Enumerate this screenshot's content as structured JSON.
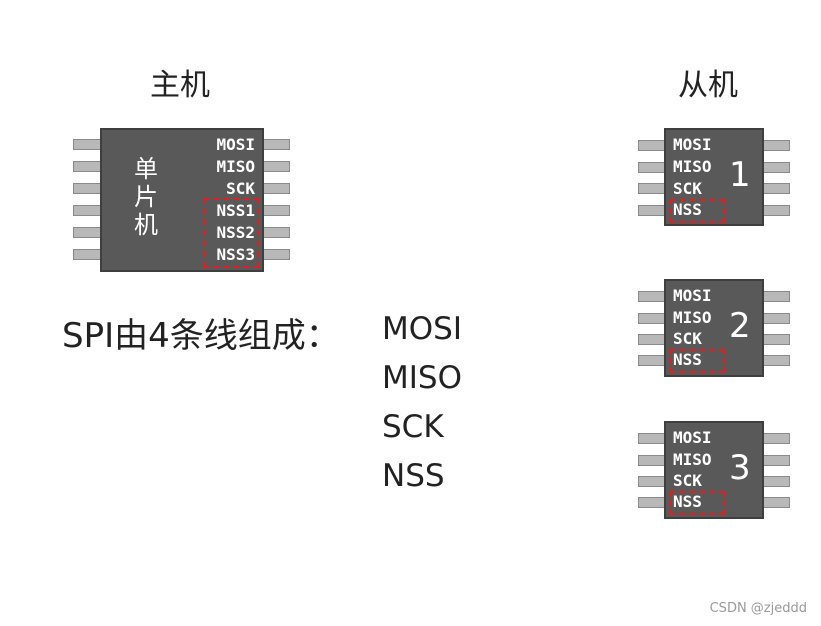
{
  "master": {
    "heading": "主机",
    "chip_text": [
      "单",
      "片",
      "机"
    ],
    "pins": [
      "MOSI",
      "MISO",
      "SCK",
      "NSS1",
      "NSS2",
      "NSS3"
    ]
  },
  "slaves": {
    "heading": "从机",
    "chips": [
      {
        "number": "1",
        "pins": [
          "MOSI",
          "MISO",
          "SCK",
          "NSS"
        ]
      },
      {
        "number": "2",
        "pins": [
          "MOSI",
          "MISO",
          "SCK",
          "NSS"
        ]
      },
      {
        "number": "3",
        "pins": [
          "MOSI",
          "MISO",
          "SCK",
          "NSS"
        ]
      }
    ]
  },
  "description": {
    "text": "SPI由4条线组成：",
    "signals": [
      "MOSI",
      "MISO",
      "SCK",
      "NSS"
    ]
  },
  "watermark": "CSDN @zjeddd",
  "colors": {
    "chip": "#595959",
    "pin": "#b8b8b8",
    "highlight": "#e02020"
  }
}
